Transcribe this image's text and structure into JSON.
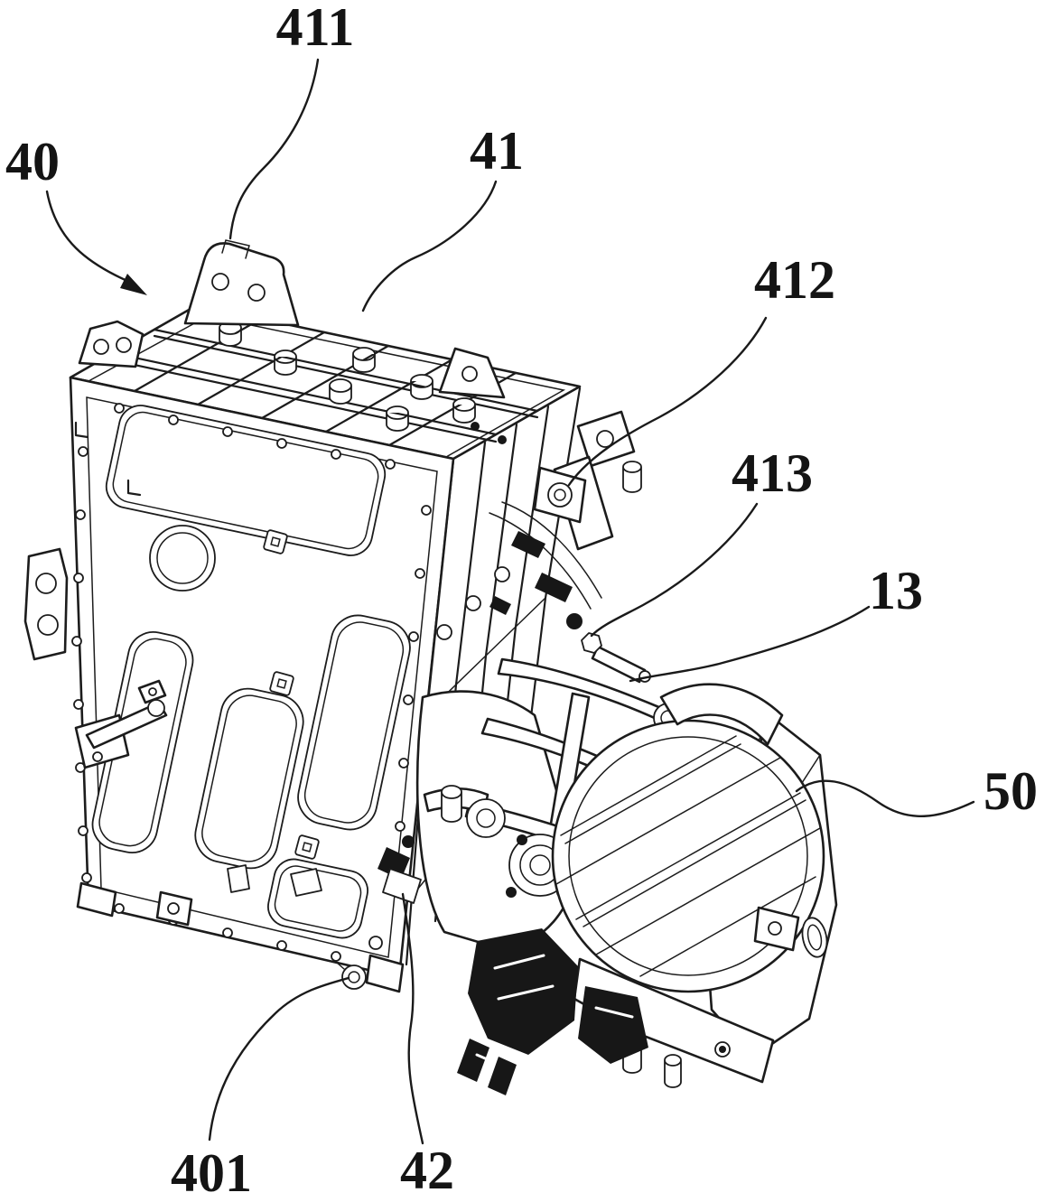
{
  "figure": {
    "kind": "patent-line-drawing",
    "background_color": "#ffffff",
    "line_color": "#1c1c1c",
    "label_color": "#141414"
  },
  "labels": {
    "l40": {
      "text": "40"
    },
    "l411": {
      "text": "411"
    },
    "l41": {
      "text": "41"
    },
    "l412": {
      "text": "412"
    },
    "l413": {
      "text": "413"
    },
    "l13": {
      "text": "13"
    },
    "l50": {
      "text": "50"
    },
    "l401": {
      "text": "401"
    },
    "l42": {
      "text": "42"
    }
  }
}
